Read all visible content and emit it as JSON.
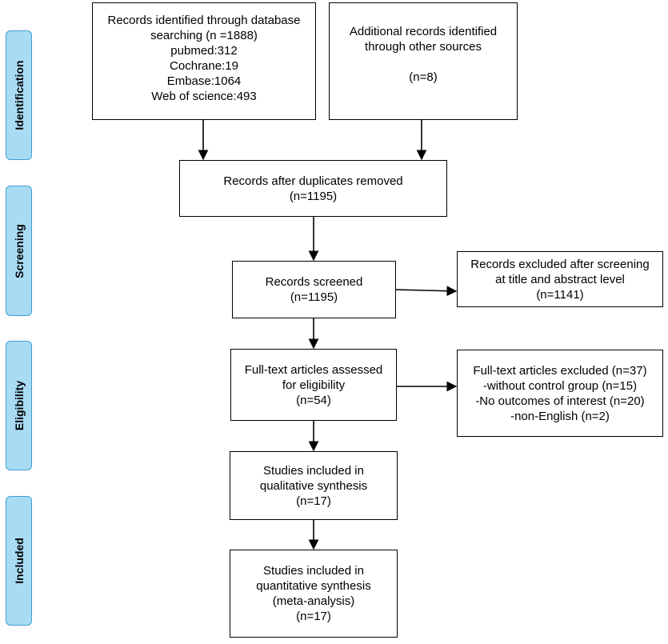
{
  "stages": [
    {
      "id": "identification",
      "label": "Identification"
    },
    {
      "id": "screening",
      "label": "Screening"
    },
    {
      "id": "eligibility",
      "label": "Eligibility"
    },
    {
      "id": "included",
      "label": "Included"
    }
  ],
  "boxes": {
    "database_search": {
      "lines": [
        "Records identified through database",
        "searching (n =1888)",
        "pubmed:312",
        "Cochrane:19",
        "Embase:1064",
        "Web of science:493"
      ]
    },
    "other_sources": {
      "lines": [
        "Additional records identified",
        "through other sources",
        "",
        "(n=8)"
      ]
    },
    "duplicates_removed": {
      "lines": [
        "Records after duplicates removed",
        "(n=1195)"
      ]
    },
    "screened": {
      "lines": [
        "Records screened",
        "(n=1195)"
      ]
    },
    "excluded_screening": {
      "lines": [
        "Records excluded after screening",
        "at title and abstract level",
        "(n=1141)"
      ]
    },
    "full_text_assessed": {
      "lines": [
        "Full-text articles assessed",
        "for eligibility",
        "(n=54)"
      ]
    },
    "full_text_excluded": {
      "lines": [
        "Full-text articles excluded (n=37)",
        "-without control group (n=15)",
        "-No outcomes of interest (n=20)",
        "-non-English (n=2)"
      ]
    },
    "qualitative": {
      "lines": [
        "Studies included in",
        "qualitative synthesis",
        "(n=17)"
      ]
    },
    "quantitative": {
      "lines": [
        "Studies included in",
        "quantitative synthesis",
        "(meta-analysis)",
        "(n=17)"
      ]
    }
  }
}
